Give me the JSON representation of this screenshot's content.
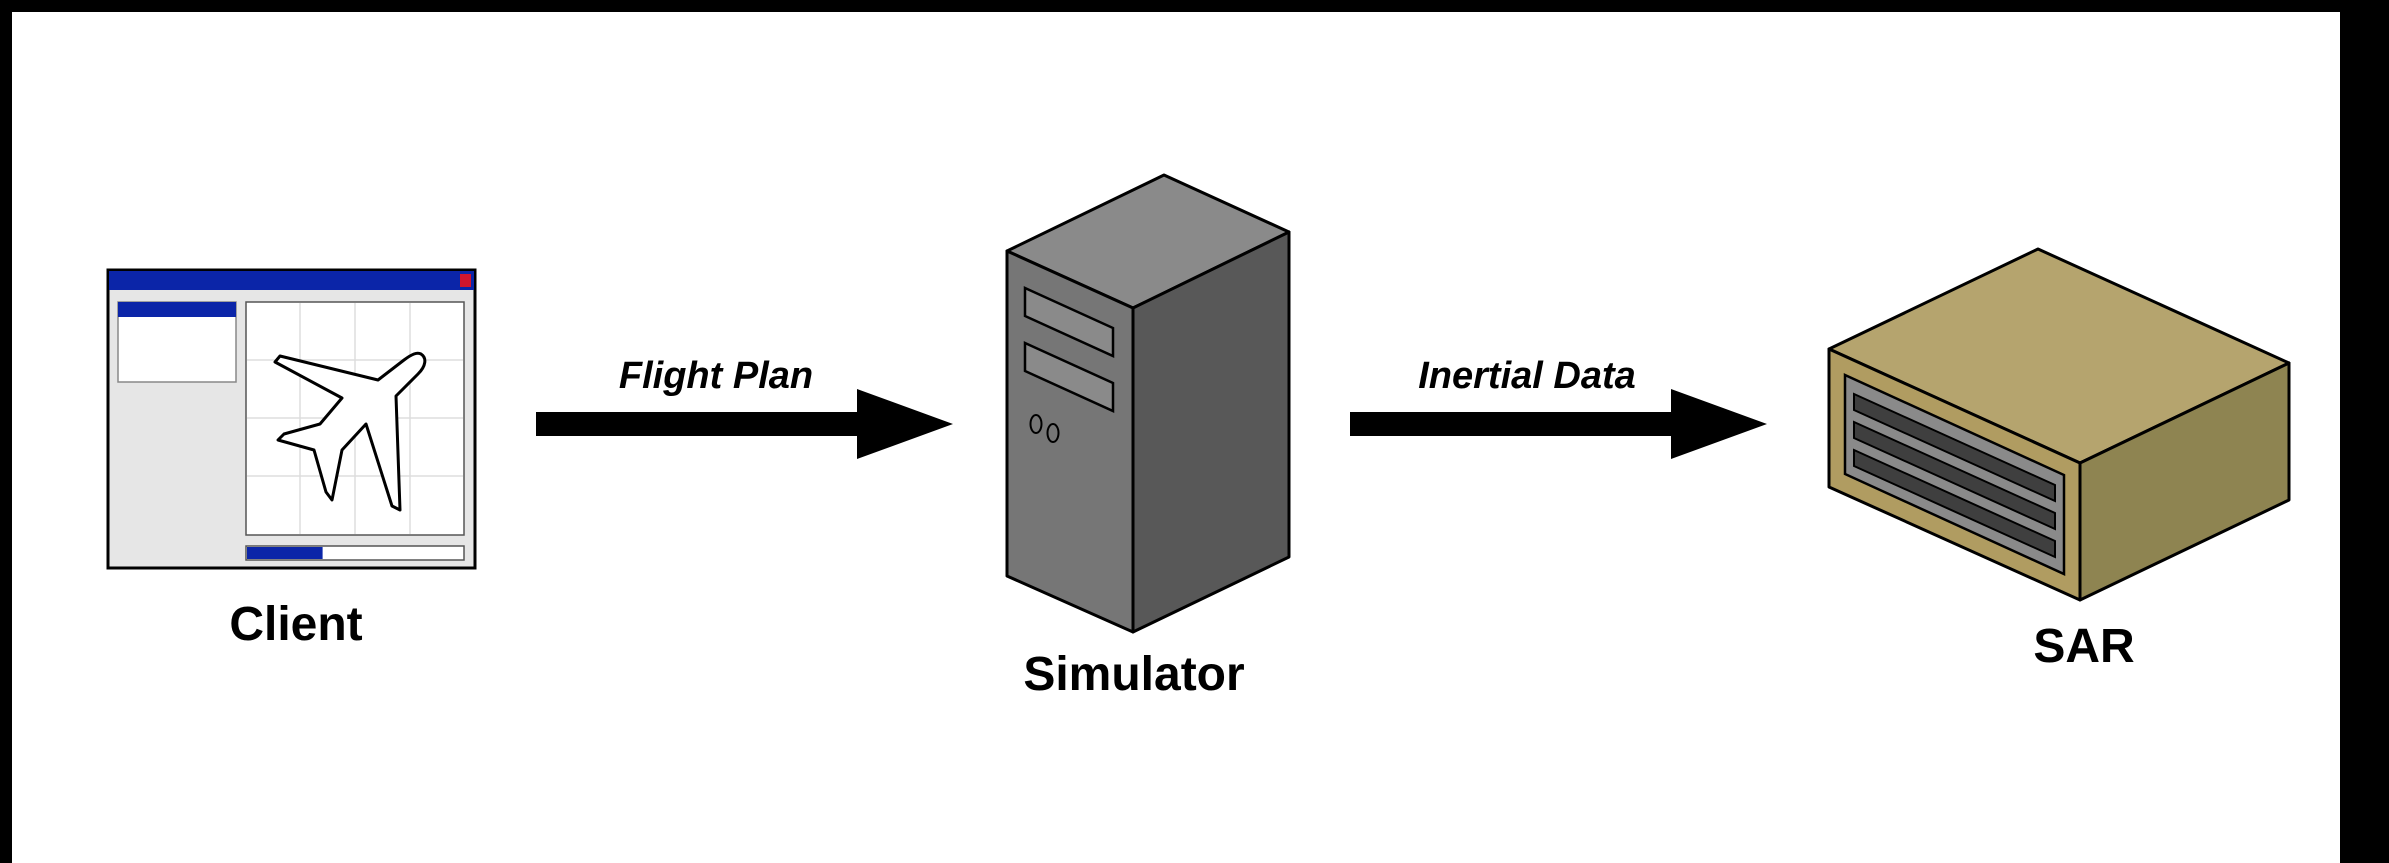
{
  "nodes": [
    {
      "id": "client",
      "label": "Client",
      "icon": "client-window-icon"
    },
    {
      "id": "simulator",
      "label": "Simulator",
      "icon": "server-tower-icon"
    },
    {
      "id": "sar",
      "label": "SAR",
      "icon": "rack-unit-icon"
    }
  ],
  "edges": [
    {
      "from": "client",
      "to": "simulator",
      "label": "Flight Plan"
    },
    {
      "from": "simulator",
      "to": "sar",
      "label": "Inertial Data"
    }
  ],
  "colors": {
    "window_titlebar": "#0b25a8",
    "window_close": "#d0152d",
    "window_body": "#e6e6e6",
    "progress_fill": "#0b25a8",
    "server_top": "#8a8a8a",
    "server_front": "#767676",
    "server_side": "#585858",
    "sar_top": "#b5a46e",
    "sar_front": "#b09c61",
    "sar_side": "#8e8451",
    "sar_panel": "#8a8a8a",
    "sar_slot": "#3f3f3f"
  },
  "client_window": {
    "progress": 0.35
  }
}
